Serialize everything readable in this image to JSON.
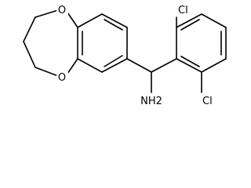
{
  "molecule": {
    "atom_labels": {
      "o_top": "O",
      "o_bottom": "O",
      "cl_top": "Cl",
      "cl_bottom": "Cl",
      "amine": "NH2"
    }
  }
}
